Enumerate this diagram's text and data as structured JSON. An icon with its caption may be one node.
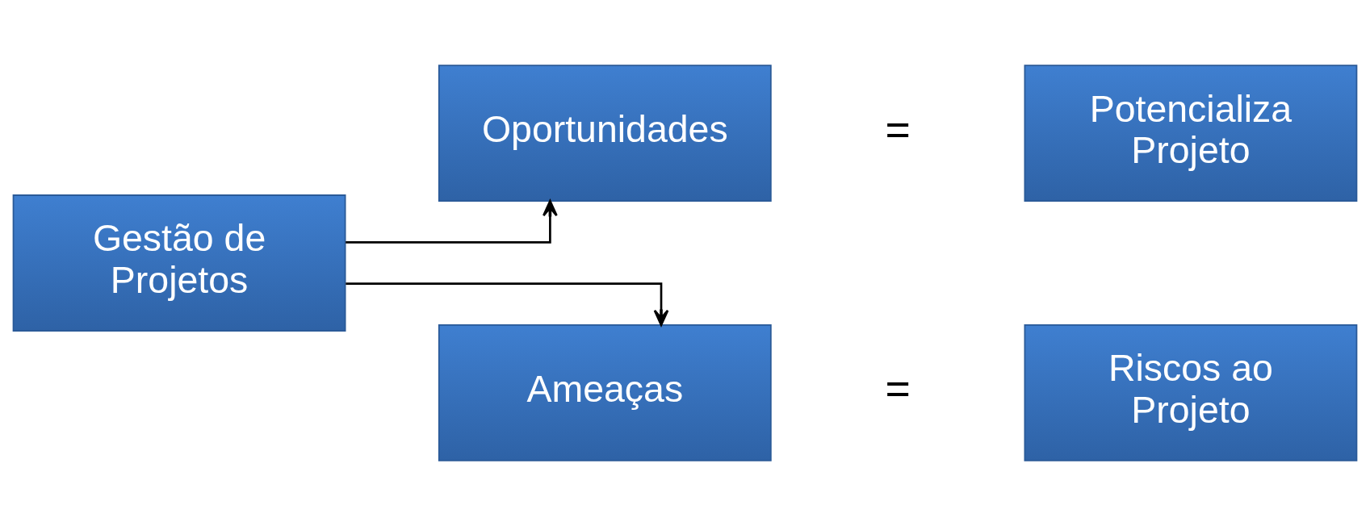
{
  "diagram": {
    "nodes": [
      {
        "text": [
          "Gestão de Projetos"
        ]
      },
      {
        "text": [
          "Oportunidades"
        ]
      },
      {
        "text": [
          "Potencializa Projeto"
        ]
      },
      {
        "text": [
          "Ameaças"
        ]
      },
      {
        "text": [
          "Riscos ao Projeto"
        ]
      }
    ],
    "edges": [
      {
        "from": 0,
        "to": 1,
        "arrow": "to"
      },
      {
        "from": 0,
        "to": 3,
        "arrow": "to"
      }
    ],
    "labels": [
      "=",
      "="
    ]
  }
}
